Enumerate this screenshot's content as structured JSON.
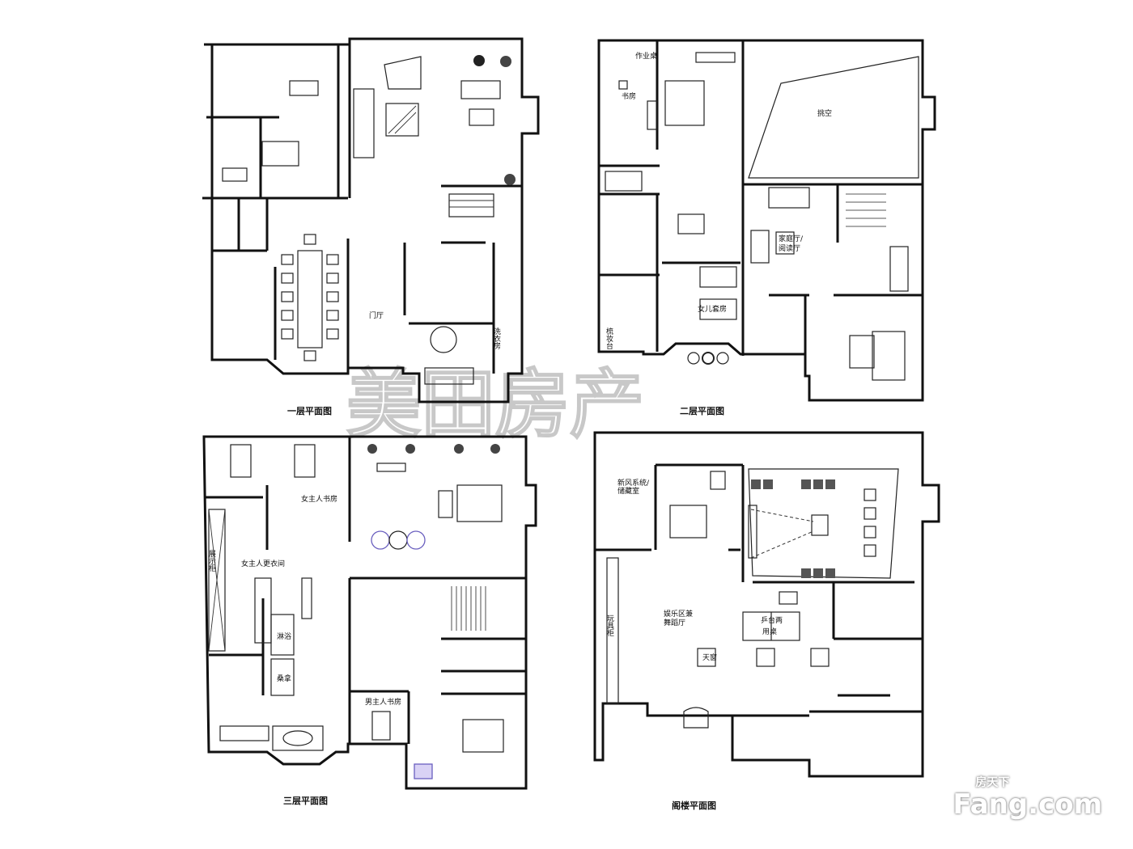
{
  "plans": {
    "floor1": {
      "title": "一层平面图",
      "rooms": {
        "foyer": "门厅",
        "laundry": "洗衣房"
      }
    },
    "floor2": {
      "title": "二层平面图",
      "rooms": {
        "study": "书房",
        "desk": "作业桌",
        "void": "挑空",
        "family_hall": "家庭厅/",
        "reading_hall": "阅读厅",
        "daughter_suite": "女儿套房",
        "vanity": "梳妆台"
      }
    },
    "floor3": {
      "title": "三层平面图",
      "rooms": {
        "hostess_study": "女主人书房",
        "hostess_closet": "女主人更衣间",
        "display": "展示柜",
        "host_study": "男主人书房",
        "shower": "淋浴",
        "sauna": "桑拿"
      }
    },
    "attic": {
      "title": "阁楼平面图",
      "rooms": {
        "storage": "新风系统/",
        "storage2": "储藏室",
        "entertainment": "娱乐区兼",
        "dance": "舞蹈厅",
        "pingpong": "乒台两",
        "pingpong2": "用桌",
        "toy_cabinet": "玩具柜",
        "skylight": "天窗"
      }
    }
  },
  "watermark": "美田房产",
  "logo": {
    "brand": "Fang.com",
    "cn": "房天下"
  }
}
